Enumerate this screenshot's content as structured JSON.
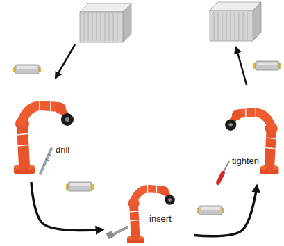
{
  "diagram": {
    "nodes": [
      {
        "text": [
          "drill"
        ]
      },
      {
        "text": [
          "insert"
        ]
      },
      {
        "text": [
          "tighten"
        ]
      }
    ],
    "edges": [
      {
        "from": 0,
        "to": 1,
        "arrow": "to"
      },
      {
        "from": 1,
        "to": 2,
        "arrow": "to"
      }
    ]
  }
}
